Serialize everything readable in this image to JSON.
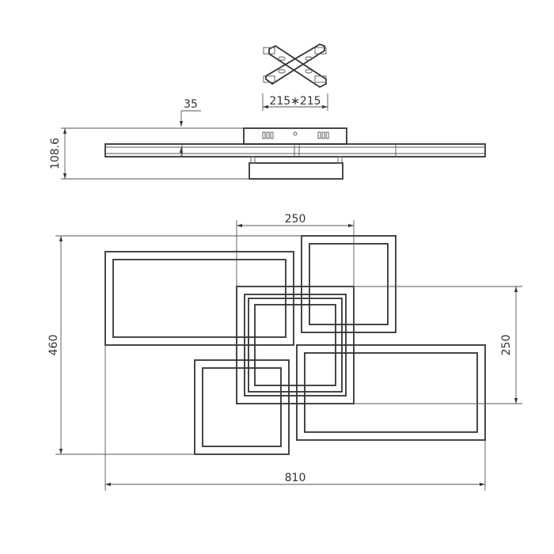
{
  "dimensions": {
    "bracket_size": "215∗215",
    "offset": "35",
    "height": "108.6",
    "module_width": "250",
    "module_height": "250",
    "total_depth": "460",
    "total_width": "810"
  }
}
